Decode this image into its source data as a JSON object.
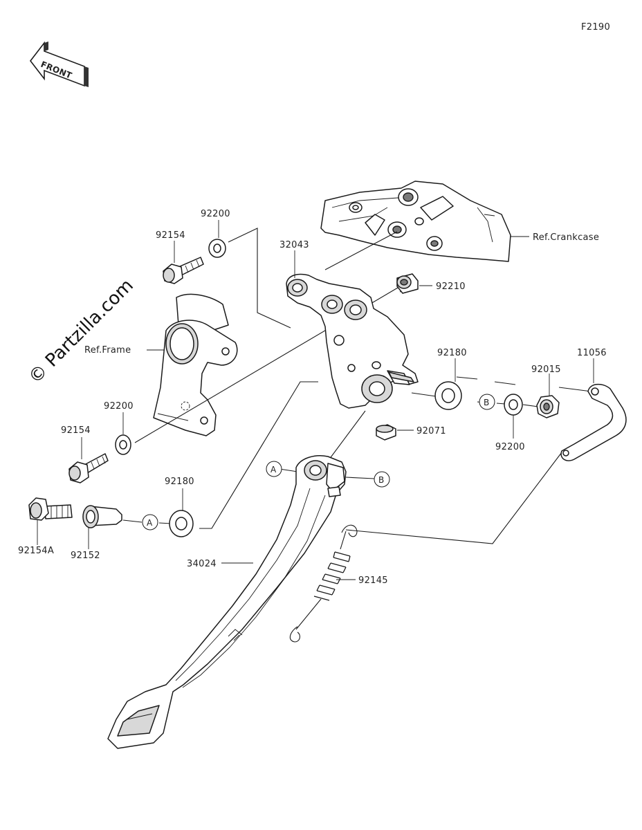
{
  "figure_code": "F2190",
  "front_arrow_label": "FRONT",
  "watermark": "© Partzilla.com",
  "references": {
    "crankcase": "Ref.Crankcase",
    "frame": "Ref.Frame"
  },
  "callouts": {
    "a": "A",
    "b": "B"
  },
  "parts": [
    {
      "id": "92200_top",
      "number": "92200"
    },
    {
      "id": "92154_top",
      "number": "92154"
    },
    {
      "id": "32043",
      "number": "32043"
    },
    {
      "id": "92210",
      "number": "92210"
    },
    {
      "id": "92180_right",
      "number": "92180"
    },
    {
      "id": "92015",
      "number": "92015"
    },
    {
      "id": "11056",
      "number": "11056"
    },
    {
      "id": "92071",
      "number": "92071"
    },
    {
      "id": "92200_right",
      "number": "92200"
    },
    {
      "id": "92200_left",
      "number": "92200"
    },
    {
      "id": "92154_left",
      "number": "92154"
    },
    {
      "id": "92180_left",
      "number": "92180"
    },
    {
      "id": "92154A",
      "number": "92154A"
    },
    {
      "id": "92152",
      "number": "92152"
    },
    {
      "id": "34024",
      "number": "34024"
    },
    {
      "id": "92145",
      "number": "92145"
    }
  ]
}
